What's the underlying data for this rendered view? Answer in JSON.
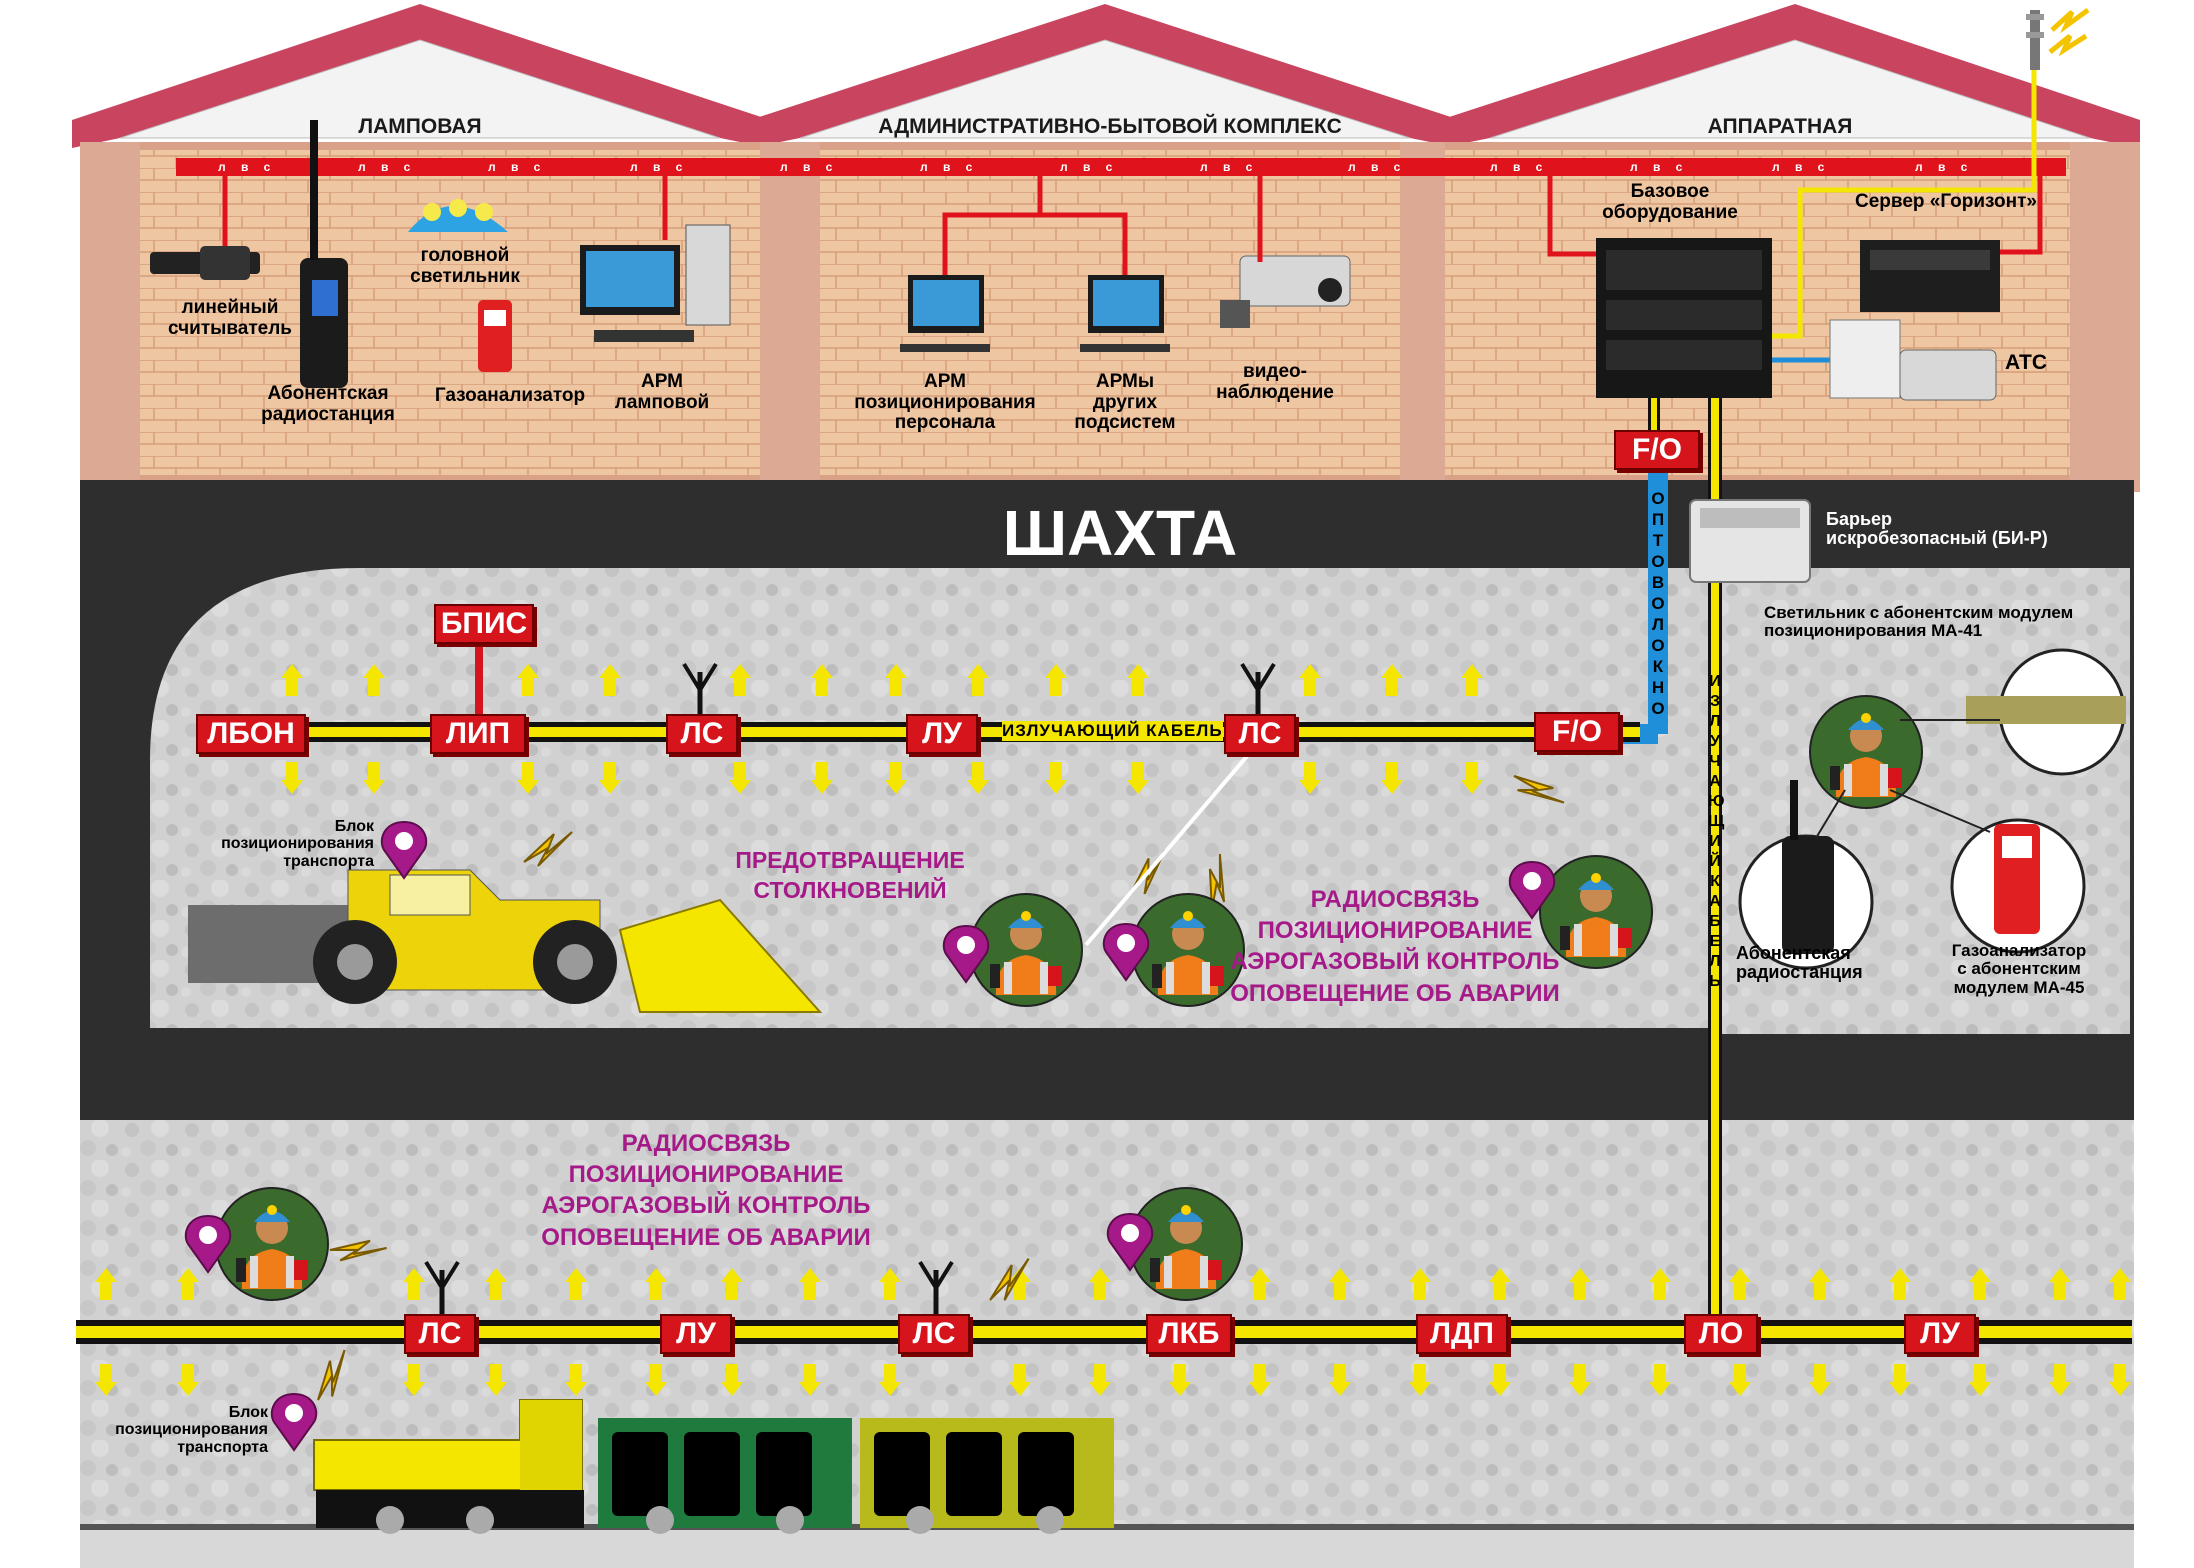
{
  "buildings": {
    "lamp_room": {
      "title": "ЛАМПОВАЯ"
    },
    "admin_complex": {
      "title": "АДМИНИСТРАТИВНО-БЫТОВОЙ КОМПЛЕКС"
    },
    "equipment_room": {
      "title": "АППАРАТНАЯ"
    }
  },
  "lan_mark": "л в с",
  "lamp_room_items": {
    "line_reader": "линейный\nсчитыватель",
    "radio_station": "Абонентская\nрадиостанция",
    "head_lamp": "головной\nсветильник",
    "gas_analyzer": "Газоанализатор",
    "arm_lamp": "АРМ\nламповой"
  },
  "admin_items": {
    "arm_positioning": "АРМ\nпозиционирования\nперсонала",
    "arm_other": "АРМы\nдругих\nподсистем",
    "video": "видео-\nнаблюдение"
  },
  "equipment_items": {
    "base_equipment": "Базовое\nоборудование",
    "server": "Сервер «Горизонт»",
    "ats": "АТС"
  },
  "mine": {
    "title": "ШАХТА",
    "barrier": "Барьер\nискробезопасный (БИ-Р)",
    "fiber_vertical": "ОПТОВОЛОКНО",
    "radiating_vertical": "ИЗЛУЧАЮЩИЙ КАБЕЛЬ",
    "radiating_horizontal": "ИЗЛУЧАЮЩИЙ КАБЕЛЬ"
  },
  "upper_tunnel": {
    "tags": {
      "fo_top": "F/O",
      "fo_mid": "F/O",
      "bpis": "БПИС",
      "lbon": "ЛБОН",
      "lip": "ЛИП",
      "ls1": "ЛС",
      "lu": "ЛУ",
      "ls2": "ЛС"
    },
    "transport_block": "Блок\nпозиционирования\nтранспорта",
    "collision": "ПРЕДОТВРАЩЕНИЕ\nСТОЛКНОВЕНИЙ",
    "features": "РАДИОСВЯЗЬ\nПОЗИЦИОНИРОВАНИЕ\nАЭРОГАЗОВЫЙ КОНТРОЛЬ\nОПОВЕЩЕНИЕ ОБ АВАРИИ"
  },
  "lower_tunnel": {
    "tags": {
      "ls1": "ЛС",
      "lu1": "ЛУ",
      "ls2": "ЛС",
      "lkb": "ЛКБ",
      "ldp": "ЛДП",
      "lo": "ЛО",
      "lu2": "ЛУ"
    },
    "features": "РАДИОСВЯЗЬ\nПОЗИЦИОНИРОВАНИЕ\nАЭРОГАЗОВЫЙ КОНТРОЛЬ\nОПОВЕЩЕНИЕ ОБ АВАРИИ",
    "transport_block": "Блок\nпозиционирования\nтранспорта"
  },
  "side_panel": {
    "lamp_module": "Светильник с абонентским модулем\nпозиционирования МА-41",
    "radio": "Абонентская\nрадиостанция",
    "gas": "Газоанализатор\nс абонентским\nмодулем МА-45"
  },
  "colors": {
    "roof": "#c9445f",
    "brick": "#ecc19c",
    "lan": "#e0121c",
    "tag": "#d6141c",
    "cable": "#f5e600",
    "fiber": "#1e8fd8",
    "rock": "#2e2e2e",
    "tunnel": "#d3d3d3",
    "purple": "#a51a88"
  },
  "icons": [
    "location-pin-icon",
    "antenna-icon",
    "lightning-icon",
    "arrow-up-icon",
    "arrow-down-icon",
    "worker-icon"
  ]
}
